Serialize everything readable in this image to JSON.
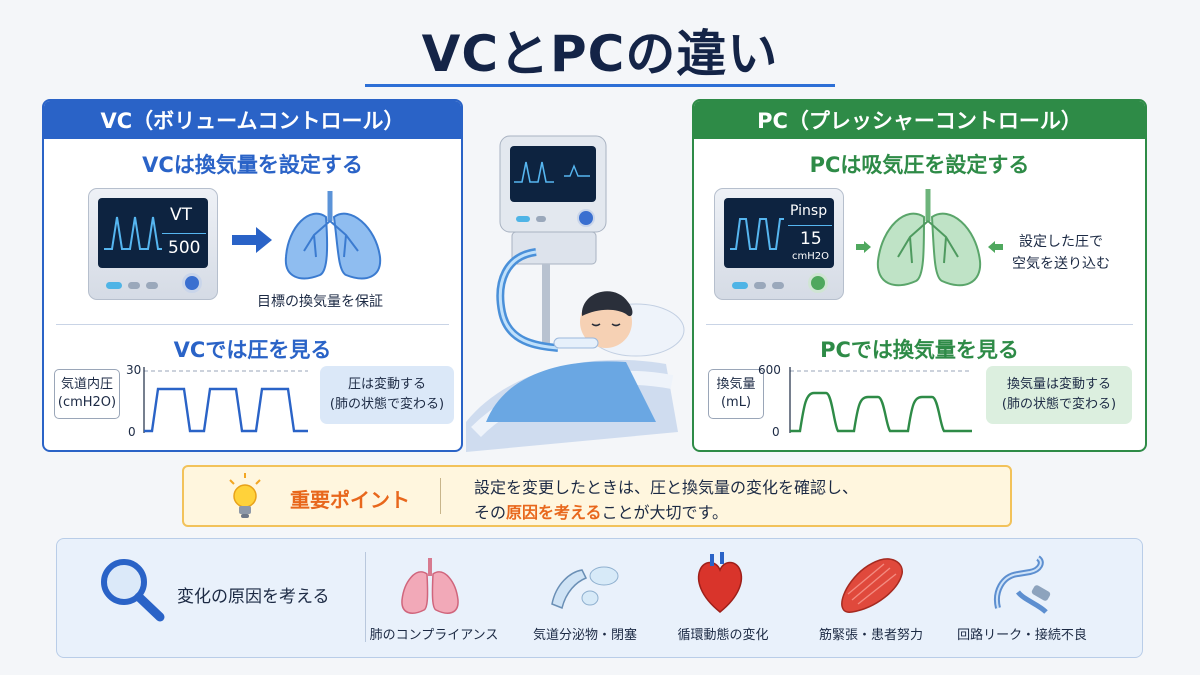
{
  "title": "VCとPCの違い",
  "vc": {
    "header": "VC（ボリュームコントロール）",
    "setting_heading": "VCは換気量を設定する",
    "monitor_label": "VT",
    "monitor_value": "500",
    "guarantee_text": "目標の換気量を保証",
    "watch_heading": "VCでは圧を見る",
    "graph_ylabel_1": "気道内圧",
    "graph_ylabel_2": "(cmH2O)",
    "graph_ymax": "30",
    "graph_ymin": "0",
    "bubble_1": "圧は変動する",
    "bubble_2": "(肺の状態で変わる)"
  },
  "pc": {
    "header": "PC（プレッシャーコントロール）",
    "setting_heading": "PCは吸気圧を設定する",
    "monitor_label": "Pinsp",
    "monitor_value": "15",
    "monitor_unit": "cmH2O",
    "push_text_1": "設定した圧で",
    "push_text_2": "空気を送り込む",
    "watch_heading": "PCでは換気量を見る",
    "graph_ylabel_1": "換気量",
    "graph_ylabel_2": "(mL)",
    "graph_ymax": "600",
    "graph_ymin": "0",
    "bubble_1": "換気量は変動する",
    "bubble_2": "(肺の状態で変わる)"
  },
  "important": {
    "label": "重要ポイント",
    "line1": "設定を変更したときは、圧と換気量の変化を確認し、",
    "line2_pre": "その",
    "line2_highlight": "原因を考える",
    "line2_post": "ことが大切です。"
  },
  "causes": {
    "title": "変化の原因を考える",
    "items": [
      {
        "label": "肺のコンプライアンス",
        "icon": "lungs-icon"
      },
      {
        "label": "気道分泌物・閉塞",
        "icon": "airway-secretion-icon"
      },
      {
        "label": "循環動態の変化",
        "icon": "heart-icon"
      },
      {
        "label": "筋緊張・患者努力",
        "icon": "muscle-icon"
      },
      {
        "label": "回路リーク・接続不良",
        "icon": "circuit-tube-icon"
      }
    ]
  },
  "colors": {
    "vc_accent": "#2a63c7",
    "pc_accent": "#2e8b47",
    "title": "#142447",
    "important_accent": "#e8671c",
    "important_bg": "#fff6de"
  },
  "icons": [
    "ventilator-monitor-icon",
    "lungs-icon",
    "arrow-right-icon",
    "patient-on-ventilator-illustration",
    "light-bulb-icon",
    "magnifier-icon"
  ]
}
